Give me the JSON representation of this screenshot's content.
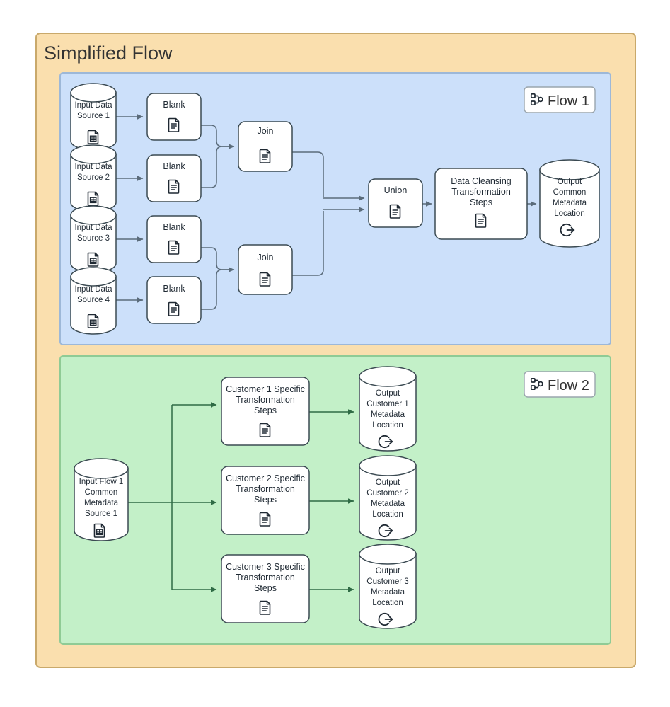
{
  "page": {
    "title": "Simplified  Flow",
    "background": "#ffffff"
  },
  "colors": {
    "outer_panel_fill": "#FADFAE",
    "outer_panel_stroke": "#C9A96B",
    "flow1_fill": "#CCE0FA",
    "flow1_stroke": "#9DB8D8",
    "flow2_fill": "#C3F0C8",
    "flow2_stroke": "#8FCB95",
    "node_fill": "#FFFFFF",
    "node_stroke": "#3B4A52",
    "flow1_edge": "#5B6C7B",
    "flow2_edge": "#2F6B45",
    "text": "#1f2933"
  },
  "outer_panel": {
    "name": "simplified-flow-panel",
    "title": "Simplified  Flow"
  },
  "flow1": {
    "badge": {
      "label": "Flow 1",
      "icon": "flow-branch-icon"
    },
    "inputs": [
      {
        "label_lines": [
          "Input Data",
          "Source 1"
        ],
        "icon": "table-file-icon"
      },
      {
        "label_lines": [
          "Input Data",
          "Source 2"
        ],
        "icon": "table-file-icon"
      },
      {
        "label_lines": [
          "Input Data",
          "Source 3"
        ],
        "icon": "table-file-icon"
      },
      {
        "label_lines": [
          "Input Data",
          "Source 4"
        ],
        "icon": "table-file-icon"
      }
    ],
    "blanks": [
      {
        "label_lines": [
          "Blank"
        ],
        "icon": "document-icon"
      },
      {
        "label_lines": [
          "Blank"
        ],
        "icon": "document-icon"
      },
      {
        "label_lines": [
          "Blank"
        ],
        "icon": "document-icon"
      },
      {
        "label_lines": [
          "Blank"
        ],
        "icon": "document-icon"
      }
    ],
    "joins": [
      {
        "label_lines": [
          "Join"
        ],
        "icon": "document-icon"
      },
      {
        "label_lines": [
          "Join"
        ],
        "icon": "document-icon"
      }
    ],
    "union": {
      "label_lines": [
        "Union"
      ],
      "icon": "document-icon"
    },
    "cleansing": {
      "label_lines": [
        "Data Cleansing",
        "Transformation",
        "Steps"
      ],
      "icon": "document-icon"
    },
    "output": {
      "label_lines": [
        "Output",
        "Common",
        "Metadata",
        "Location"
      ],
      "icon": "export-icon"
    }
  },
  "flow2": {
    "badge": {
      "label": "Flow 2",
      "icon": "flow-branch-icon"
    },
    "input": {
      "label_lines": [
        "Input Flow 1",
        "Common",
        "Metadata",
        "Source 1"
      ],
      "icon": "table-file-icon"
    },
    "transforms": [
      {
        "label_lines": [
          "Customer 1 Specific",
          "Transformation",
          "Steps"
        ],
        "icon": "document-icon"
      },
      {
        "label_lines": [
          "Customer 2 Specific",
          "Transformation",
          "Steps"
        ],
        "icon": "document-icon"
      },
      {
        "label_lines": [
          "Customer 3 Specific",
          "Transformation",
          "Steps"
        ],
        "icon": "document-icon"
      }
    ],
    "outputs": [
      {
        "label_lines": [
          "Output",
          "Customer 1",
          "Metadata",
          "Location"
        ],
        "icon": "export-icon"
      },
      {
        "label_lines": [
          "Output",
          "Customer 2",
          "Metadata",
          "Location"
        ],
        "icon": "export-icon"
      },
      {
        "label_lines": [
          "Output",
          "Customer 3",
          "Metadata",
          "Location"
        ],
        "icon": "export-icon"
      }
    ]
  }
}
